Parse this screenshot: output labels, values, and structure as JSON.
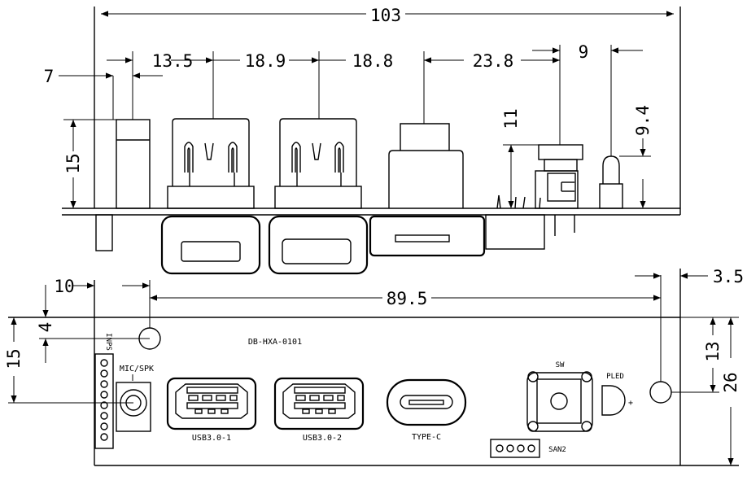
{
  "dimensions": {
    "overall_width": "103",
    "left_edge": "7",
    "gap_1": "13.5",
    "gap_2": "18.9",
    "gap_3": "18.8",
    "gap_4": "23.8",
    "gap_5": "9",
    "jack_height": "15",
    "button_height": "11",
    "led_height": "9.4",
    "hole_left": "10",
    "hole_spacing": "89.5",
    "hole_right": "3.5",
    "hole_top": "4",
    "jack_center": "15",
    "hole_height": "13",
    "board_height": "26"
  },
  "labels": {
    "board_name": "DB-HXA-0101",
    "header_name": "INPS",
    "audio_jack": "MIC/SPK",
    "usb_1": "USB3.0-1",
    "usb_2": "USB3.0-2",
    "type_c": "TYPE-C",
    "switch": "SW",
    "power_led": "PLED",
    "plus_sign": "+",
    "fan_header": "SAN2"
  }
}
